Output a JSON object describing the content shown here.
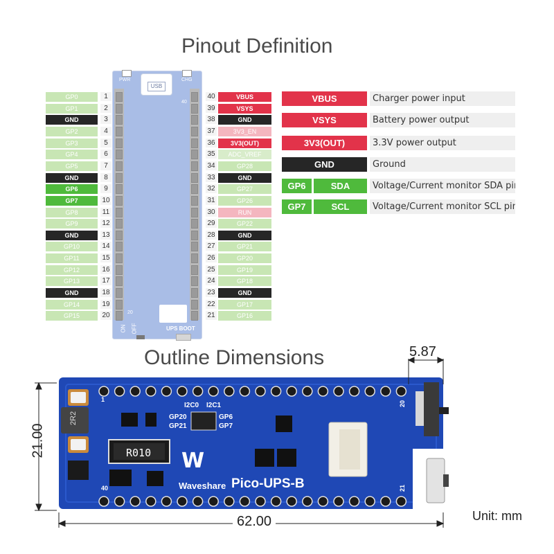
{
  "pinout_title": "Pinout Definition",
  "outline_title": "Outline Dimensions",
  "board_labels": {
    "pwr": "PWR",
    "usb": "USB",
    "chg": "CHG",
    "pin40": "40",
    "pin20": "20",
    "pin21": "21",
    "on": "ON",
    "off": "OFF",
    "ups_boot": "UPS BOOT"
  },
  "left_pins": [
    {
      "num": "1",
      "label": "GP0",
      "type": "gp"
    },
    {
      "num": "2",
      "label": "GP1",
      "type": "gp"
    },
    {
      "num": "3",
      "label": "GND",
      "type": "gnd"
    },
    {
      "num": "4",
      "label": "GP2",
      "type": "gp"
    },
    {
      "num": "5",
      "label": "GP3",
      "type": "gp"
    },
    {
      "num": "6",
      "label": "GP4",
      "type": "gp"
    },
    {
      "num": "7",
      "label": "GP5",
      "type": "gp"
    },
    {
      "num": "8",
      "label": "GND",
      "type": "gnd"
    },
    {
      "num": "9",
      "label": "GP6",
      "type": "sda"
    },
    {
      "num": "10",
      "label": "GP7",
      "type": "sda"
    },
    {
      "num": "11",
      "label": "GP8",
      "type": "gp"
    },
    {
      "num": "12",
      "label": "GP9",
      "type": "gp"
    },
    {
      "num": "13",
      "label": "GND",
      "type": "gnd"
    },
    {
      "num": "14",
      "label": "GP10",
      "type": "gp"
    },
    {
      "num": "15",
      "label": "GP11",
      "type": "gp"
    },
    {
      "num": "16",
      "label": "GP12",
      "type": "gp"
    },
    {
      "num": "17",
      "label": "GP13",
      "type": "gp"
    },
    {
      "num": "18",
      "label": "GND",
      "type": "gnd"
    },
    {
      "num": "19",
      "label": "GP14",
      "type": "gp"
    },
    {
      "num": "20",
      "label": "GP15",
      "type": "gp"
    }
  ],
  "right_pins": [
    {
      "num": "40",
      "label": "VBUS",
      "type": "pwr"
    },
    {
      "num": "39",
      "label": "VSYS",
      "type": "pwr"
    },
    {
      "num": "38",
      "label": "GND",
      "type": "gnd"
    },
    {
      "num": "37",
      "label": "3V3_EN",
      "type": "pink"
    },
    {
      "num": "36",
      "label": "3V3(OUT)",
      "type": "pwr"
    },
    {
      "num": "35",
      "label": "ADC_VREF",
      "type": "lt"
    },
    {
      "num": "34",
      "label": "GP28",
      "type": "gp"
    },
    {
      "num": "33",
      "label": "GND",
      "type": "gnd"
    },
    {
      "num": "32",
      "label": "GP27",
      "type": "gp"
    },
    {
      "num": "31",
      "label": "GP26",
      "type": "gp"
    },
    {
      "num": "30",
      "label": "RUN",
      "type": "pink"
    },
    {
      "num": "29",
      "label": "GP22",
      "type": "gp"
    },
    {
      "num": "28",
      "label": "GND",
      "type": "gnd"
    },
    {
      "num": "27",
      "label": "GP21",
      "type": "gp"
    },
    {
      "num": "26",
      "label": "GP20",
      "type": "gp"
    },
    {
      "num": "25",
      "label": "GP19",
      "type": "gp"
    },
    {
      "num": "24",
      "label": "GP18",
      "type": "gp"
    },
    {
      "num": "23",
      "label": "GND",
      "type": "gnd"
    },
    {
      "num": "22",
      "label": "GP17",
      "type": "gp"
    },
    {
      "num": "21",
      "label": "GP16",
      "type": "gp"
    }
  ],
  "legend": [
    {
      "label": "VBUS",
      "desc": "Charger power input",
      "type": "pwr"
    },
    {
      "label": "VSYS",
      "desc": "Battery power output",
      "type": "pwr"
    },
    {
      "label": "3V3(OUT)",
      "desc": "3.3V power output",
      "type": "pwr"
    },
    {
      "label": "GND",
      "desc": "Ground",
      "type": "gnd"
    },
    {
      "label": "GP6",
      "label2": "SDA",
      "desc": "Voltage/Current monitor SDA pin",
      "type": "sda"
    },
    {
      "label": "GP7",
      "label2": "SCL",
      "desc": "Voltage/Current monitor SCL pin",
      "type": "sda"
    }
  ],
  "outline": {
    "width_mm": "62.00",
    "height_mm": "21.00",
    "switch_mm": "5.87",
    "unit": "Unit: mm",
    "product_name": "Pico-UPS-B",
    "brand": "Waveshare",
    "silk_i2c0": "I2C0",
    "silk_i2c1": "I2C1",
    "silk_gp20": "GP20",
    "silk_gp21": "GP21",
    "silk_gp6": "GP6",
    "silk_gp7": "GP7",
    "silk_1": "1",
    "silk_20": "20",
    "silk_21": "21",
    "silk_40": "40",
    "inductor_mark": "2R2",
    "resistor_mark": "R010"
  },
  "colors": {
    "power_red": "#e2334a",
    "ground_black": "#262626",
    "i2c_green": "#4fba3c",
    "gpio_light_green": "#c8e6b4",
    "pcb_blue": "#1f48b5",
    "pico_board": "#a9bde6"
  }
}
